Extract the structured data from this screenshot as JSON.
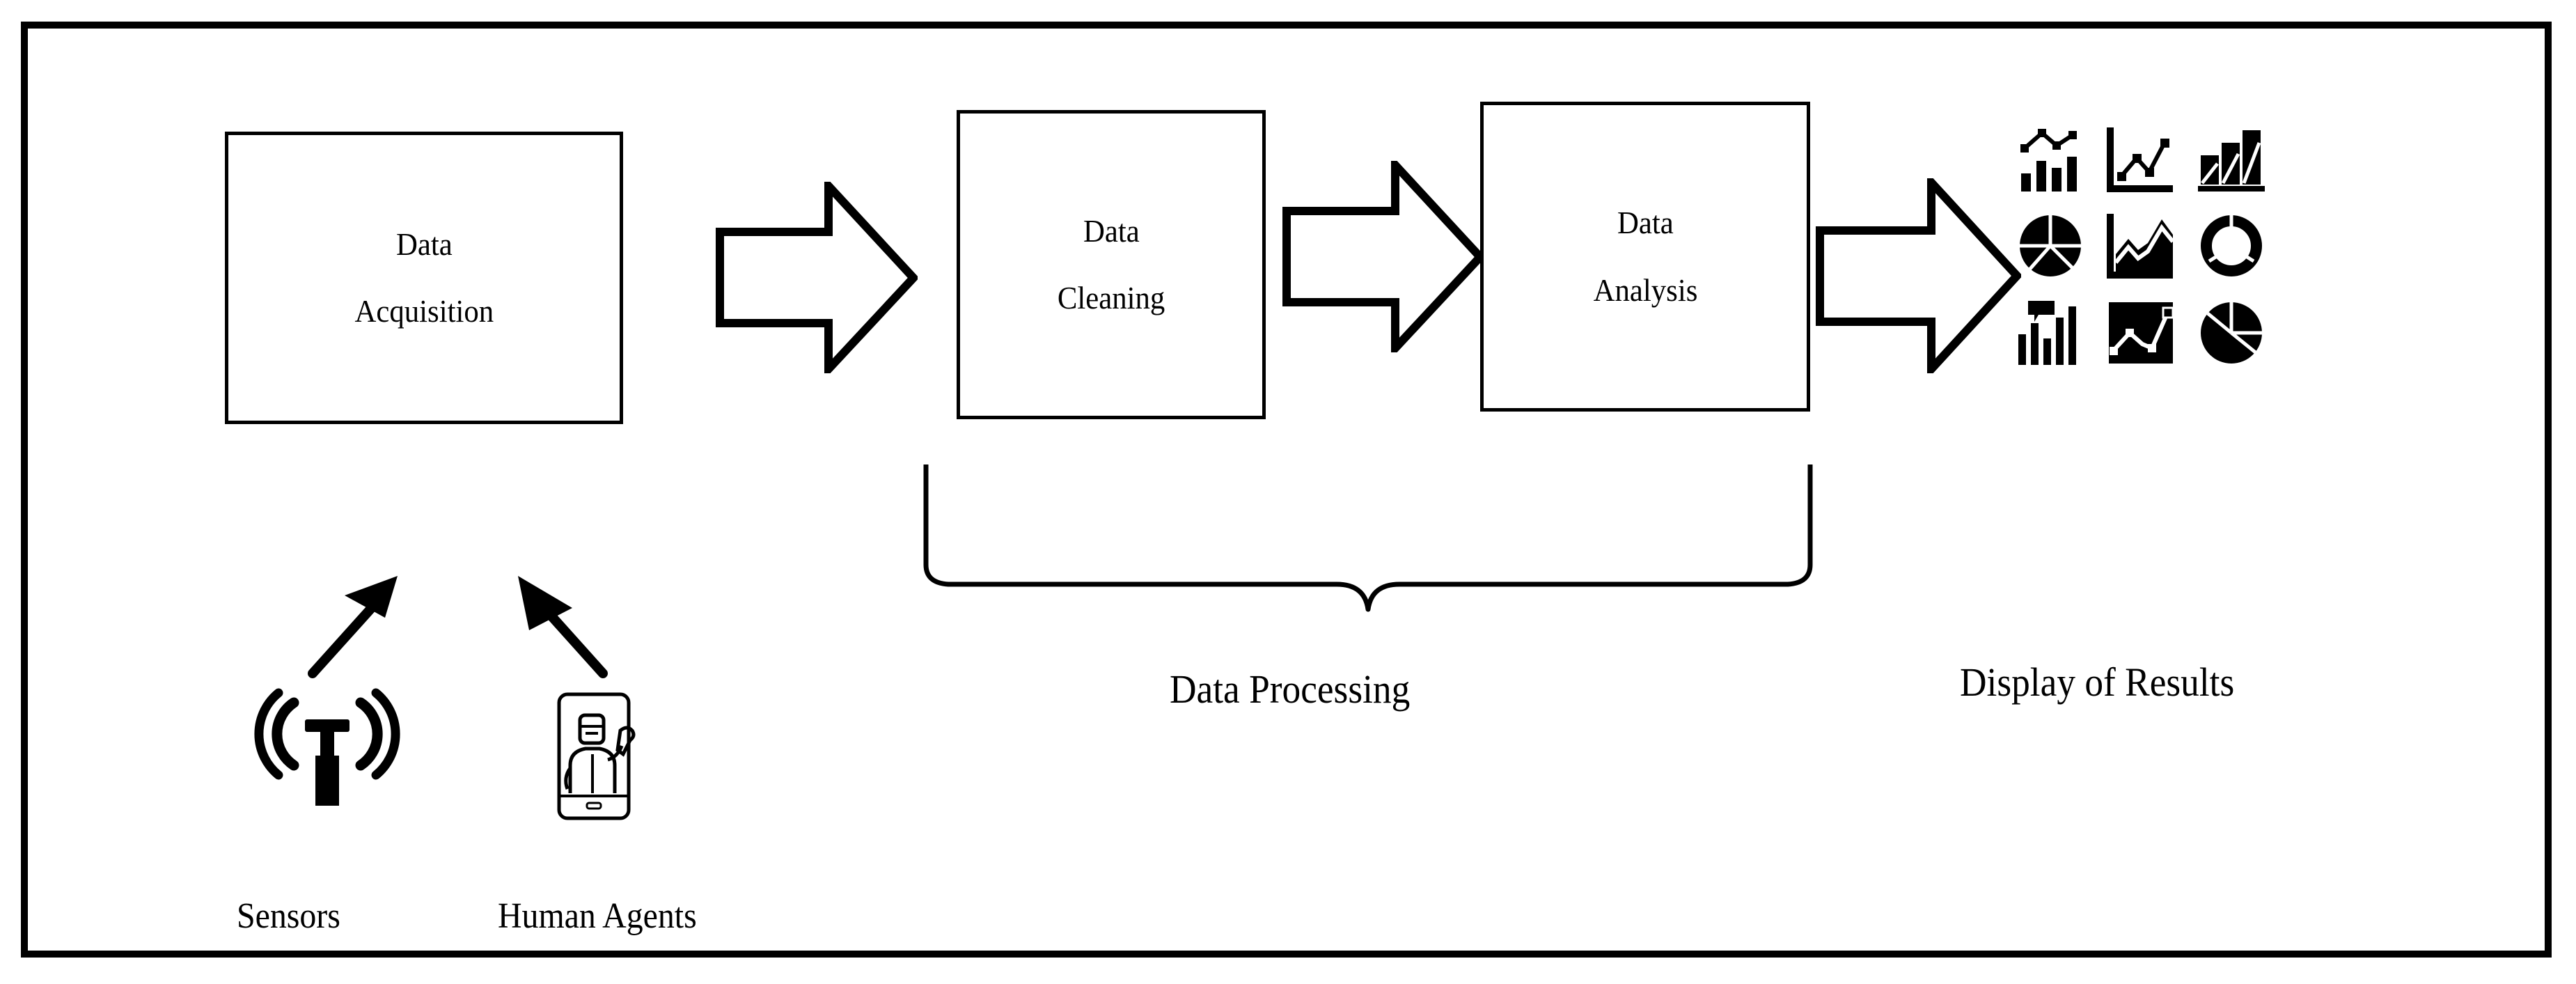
{
  "diagram": {
    "title": "Data Acquisition to Display of Results pipeline",
    "background_color": "#ffffff",
    "stroke_color": "#000000"
  },
  "process_boxes": [
    {
      "id": "acquisition",
      "line1": "Data",
      "line2": "Acquisition"
    },
    {
      "id": "cleaning",
      "line1": "Data",
      "line2": "Cleaning"
    },
    {
      "id": "analysis",
      "line1": "Data",
      "line2": "Analysis"
    }
  ],
  "flow_arrows": [
    {
      "id": "arrow-1",
      "from": "acquisition",
      "to": "cleaning",
      "icon": "block-arrow-right-icon"
    },
    {
      "id": "arrow-2",
      "from": "cleaning",
      "to": "analysis",
      "icon": "block-arrow-right-icon"
    },
    {
      "id": "arrow-3",
      "from": "analysis",
      "to": "display",
      "icon": "block-arrow-right-icon"
    }
  ],
  "group_label": {
    "text": "Data Processing",
    "covers": [
      "cleaning",
      "analysis"
    ],
    "brace_icon": "curly-brace-down-icon"
  },
  "results_label": {
    "text": "Display of Results"
  },
  "sources": [
    {
      "id": "sensors",
      "label": "Sensors",
      "icon": "antenna-signal-icon",
      "arrow_icon": "arrow-up-right-icon"
    },
    {
      "id": "human-agents",
      "label": "Human Agents",
      "icon": "technician-with-wrench-icon",
      "arrow_icon": "arrow-up-left-icon"
    }
  ],
  "chart_icons": [
    {
      "row": 1,
      "col": 1,
      "name": "line-and-bar-combo-chart-icon"
    },
    {
      "row": 1,
      "col": 2,
      "name": "line-chart-with-axes-icon"
    },
    {
      "row": 1,
      "col": 3,
      "name": "ascending-bar-chart-icon"
    },
    {
      "row": 2,
      "col": 1,
      "name": "pie-chart-icon"
    },
    {
      "row": 2,
      "col": 2,
      "name": "area-chart-with-axes-icon"
    },
    {
      "row": 2,
      "col": 3,
      "name": "donut-chart-icon"
    },
    {
      "row": 3,
      "col": 1,
      "name": "bar-chart-with-tooltip-icon"
    },
    {
      "row": 3,
      "col": 2,
      "name": "filled-line-chart-panel-icon"
    },
    {
      "row": 3,
      "col": 3,
      "name": "exploded-pie-chart-icon"
    }
  ]
}
